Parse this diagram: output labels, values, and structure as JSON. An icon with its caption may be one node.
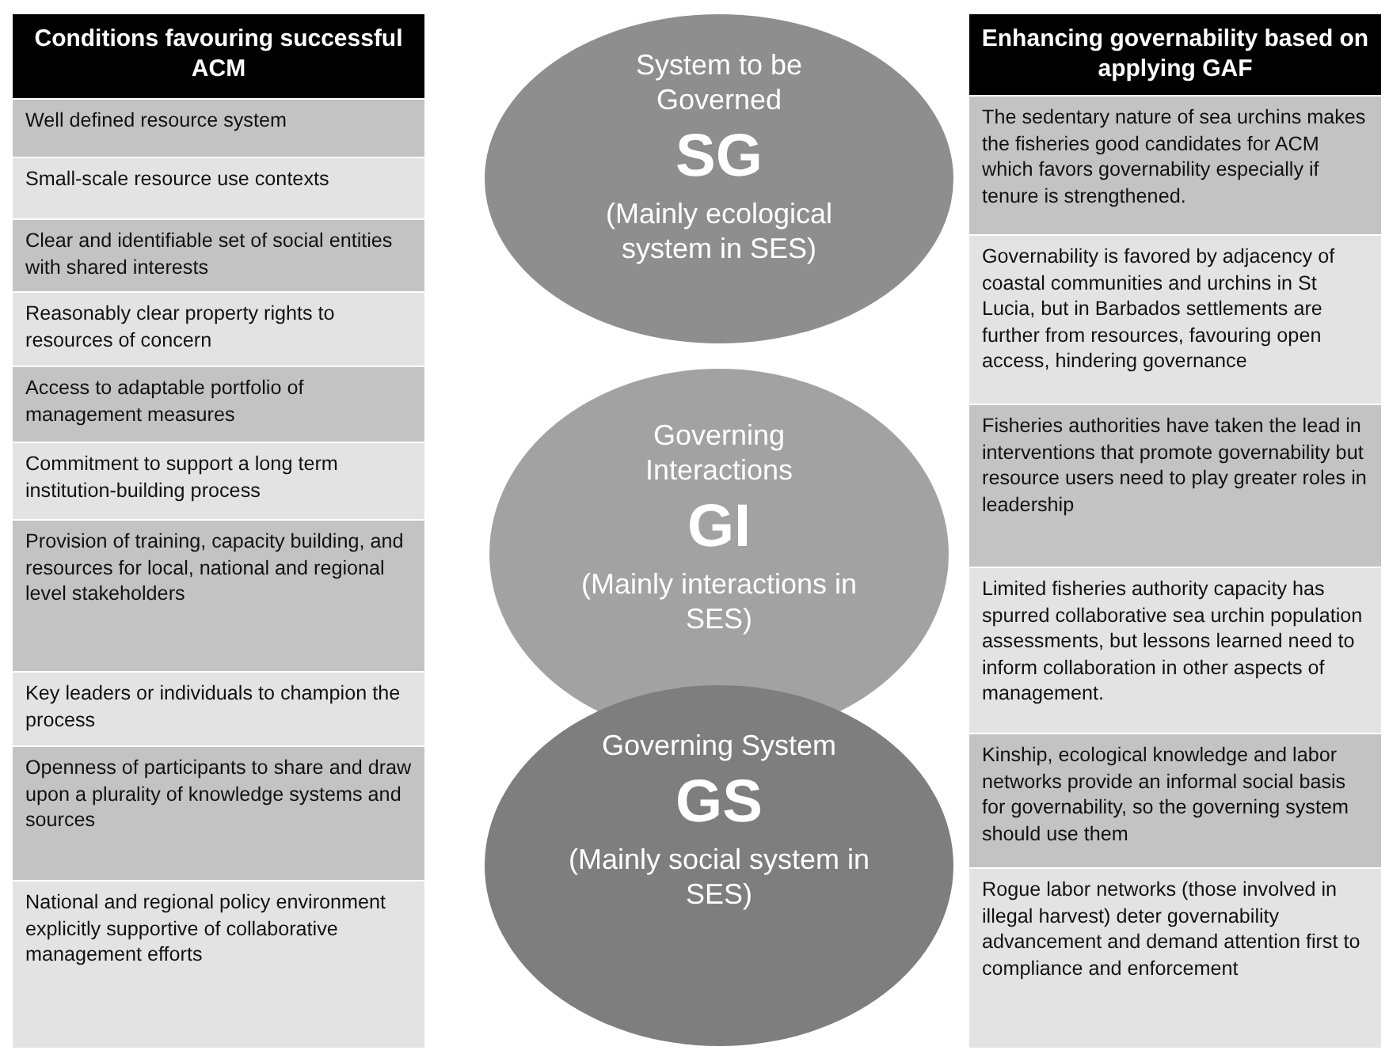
{
  "diagram": {
    "nodes": [
      {
        "text": [
          "Conditions favouring successful ACM"
        ]
      },
      {
        "text": [
          "Well defined resource system"
        ]
      },
      {
        "text": [
          "Small-scale resource use contexts"
        ]
      },
      {
        "text": [
          "Clear and identifiable set of social entities with shared interests"
        ]
      },
      {
        "text": [
          "Reasonably clear property rights to resources of concern"
        ]
      },
      {
        "text": [
          "Access to adaptable portfolio of management measures"
        ]
      },
      {
        "text": [
          "Commitment to support a long term institution-building process"
        ]
      },
      {
        "text": [
          "Provision of training, capacity building, and resources for local, national and regional level stakeholders"
        ]
      },
      {
        "text": [
          "Key leaders or individuals to champion the process"
        ]
      },
      {
        "text": [
          "Openness of participants to share and draw upon a plurality of knowledge systems and sources"
        ]
      },
      {
        "text": [
          "National and regional policy environment explicitly supportive of collaborative management efforts"
        ]
      },
      {
        "text": [
          "System to be Governed",
          "SG",
          "(Mainly ecological system in SES)"
        ]
      },
      {
        "text": [
          "Governing Interactions",
          "GI",
          "(Mainly interactions in SES)"
        ]
      },
      {
        "text": [
          "Governing System",
          "GS",
          "(Mainly social system in SES)"
        ]
      },
      {
        "text": [
          "Enhancing  governability based on applying GAF"
        ]
      },
      {
        "text": [
          "The sedentary nature of sea urchins makes the fisheries good candidates for ACM which favors governability especially if tenure is strengthened."
        ]
      },
      {
        "text": [
          "Governability is favored by adjacency of coastal communities and urchins in St Lucia, but in Barbados settlements are further from resources, favouring open access, hindering governance"
        ]
      },
      {
        "text": [
          "Fisheries authorities have taken the lead in interventions that promote governability but resource users need to play greater roles in leadership"
        ]
      },
      {
        "text": [
          "Limited fisheries authority capacity has spurred collaborative sea urchin population assessments, but lessons learned need to inform collaboration in other aspects of management."
        ]
      },
      {
        "text": [
          "Kinship, ecological knowledge and labor networks provide an informal social basis for governability, so the governing system should use them"
        ]
      },
      {
        "text": [
          "Rogue labor networks (those involved in illegal harvest) deter governability advancement and demand attention first to compliance and enforcement"
        ]
      }
    ],
    "edges": []
  }
}
